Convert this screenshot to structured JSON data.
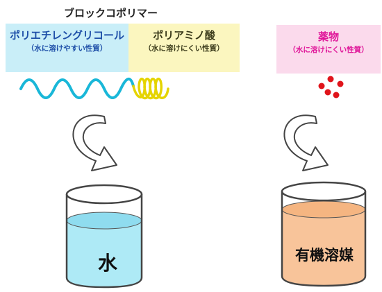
{
  "title": "ブロックコポリマー",
  "segments": {
    "peg": {
      "name": "ポリエチレングリコール",
      "note": "（水に溶けやすい性質）"
    },
    "polyamino": {
      "name": "ポリアミノ酸",
      "note": "（水に溶けにくい性質）"
    },
    "drug": {
      "name": "薬物",
      "note": "（水に溶けにくい性質）"
    }
  },
  "containers": {
    "water": "水",
    "organic_solvent": "有機溶媒"
  },
  "colors": {
    "peg_box": "#c9eef8",
    "polyamino_box": "#fbf6bf",
    "drug_box": "#fbdaec",
    "peg_wave": "#19b7d8",
    "polyamino_coil": "#e5d400",
    "drug_dots": "#e0141b",
    "water_fill": "#aeeaf6",
    "solvent_fill": "#f8c49a"
  },
  "icons": [
    "curved-arrow-icon",
    "curved-arrow-icon",
    "beaker-icon",
    "beaker-icon"
  ]
}
